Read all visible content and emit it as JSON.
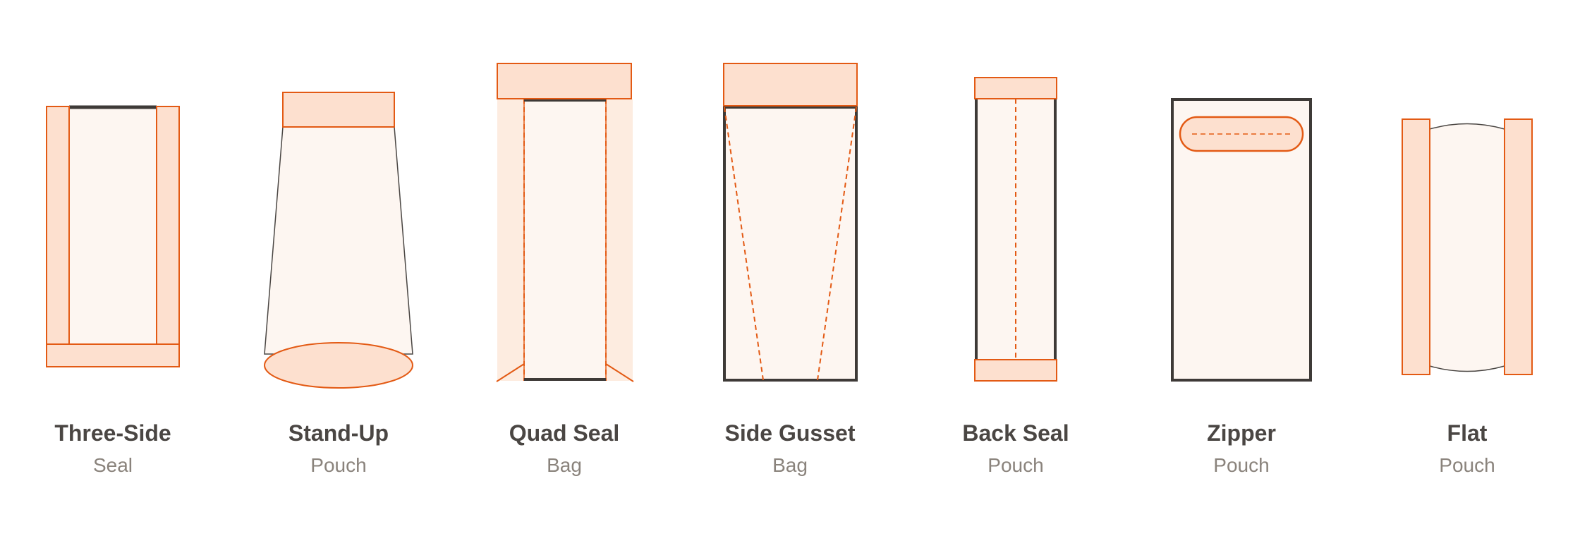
{
  "colors": {
    "accent": "#e35a14",
    "seal_fill": "#fde0cf",
    "body_fill": "#fdf6f1",
    "outline_dark": "#3e3a37",
    "label_dark": "#4a4643",
    "label_muted": "#8a837c"
  },
  "bags": [
    {
      "name": "Three-Side",
      "subtitle": "Seal"
    },
    {
      "name": "Stand-Up",
      "subtitle": "Pouch"
    },
    {
      "name": "Quad Seal",
      "subtitle": "Bag"
    },
    {
      "name": "Side Gusset",
      "subtitle": "Bag"
    },
    {
      "name": "Back Seal",
      "subtitle": "Pouch"
    },
    {
      "name": "Zipper",
      "subtitle": "Pouch"
    },
    {
      "name": "Flat",
      "subtitle": "Pouch"
    }
  ]
}
